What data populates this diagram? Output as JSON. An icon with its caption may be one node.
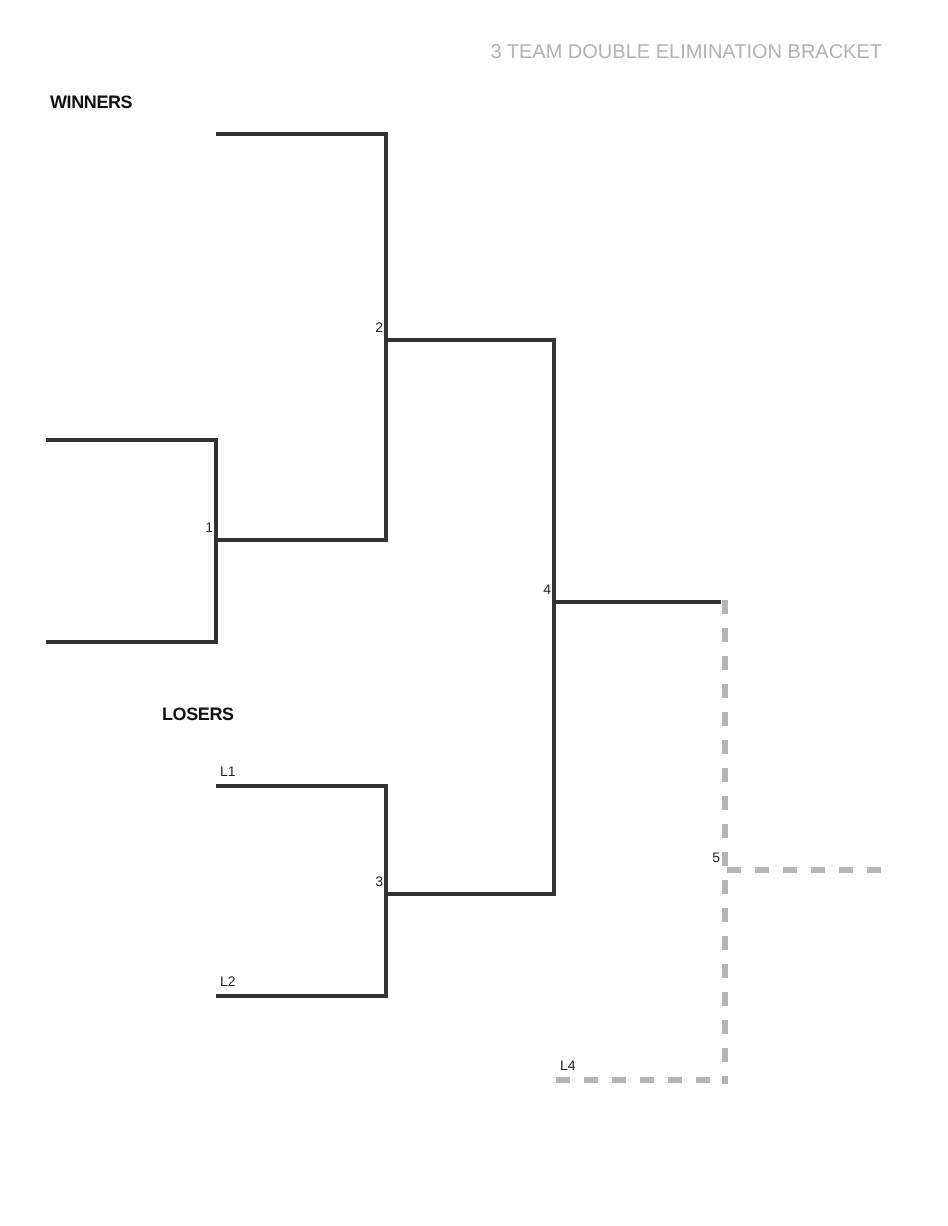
{
  "diagram": {
    "title": "3 TEAM DOUBLE ELIMINATION BRACKET",
    "nodes": [
      {
        "text": [],
        "shape": "bar",
        "beside": [
          "1"
        ]
      },
      {
        "text": [],
        "shape": "bar",
        "beside": [
          "2"
        ]
      },
      {
        "text": [],
        "shape": "bar",
        "beside": [
          "3"
        ]
      },
      {
        "text": [],
        "shape": "bar",
        "beside": [
          "4"
        ]
      },
      {
        "text": [],
        "shape": "bar",
        "beside": [
          "5"
        ]
      }
    ],
    "edges": [
      {
        "from": null,
        "to": 1,
        "arrow": "none"
      },
      {
        "from": null,
        "to": 0,
        "arrow": "none"
      },
      {
        "from": null,
        "to": 0,
        "arrow": "none"
      },
      {
        "from": 0,
        "to": 1,
        "arrow": "none"
      },
      {
        "from": 1,
        "to": 3,
        "arrow": "none"
      },
      {
        "from": null,
        "to": 2,
        "label": "L1",
        "arrow": "none"
      },
      {
        "from": null,
        "to": 2,
        "label": "L2",
        "arrow": "none"
      },
      {
        "from": 2,
        "to": 3,
        "arrow": "none"
      },
      {
        "from": 3,
        "to": 4,
        "arrow": "none"
      },
      {
        "from": null,
        "to": 4,
        "label": "L4",
        "arrow": "none",
        "style": "dashed",
        "color": "#b5b5b5"
      },
      {
        "from": 4,
        "to": null,
        "arrow": "none",
        "style": "dashed",
        "color": "#b5b5b5"
      }
    ],
    "labels": [
      "WINNERS",
      "LOSERS"
    ]
  }
}
